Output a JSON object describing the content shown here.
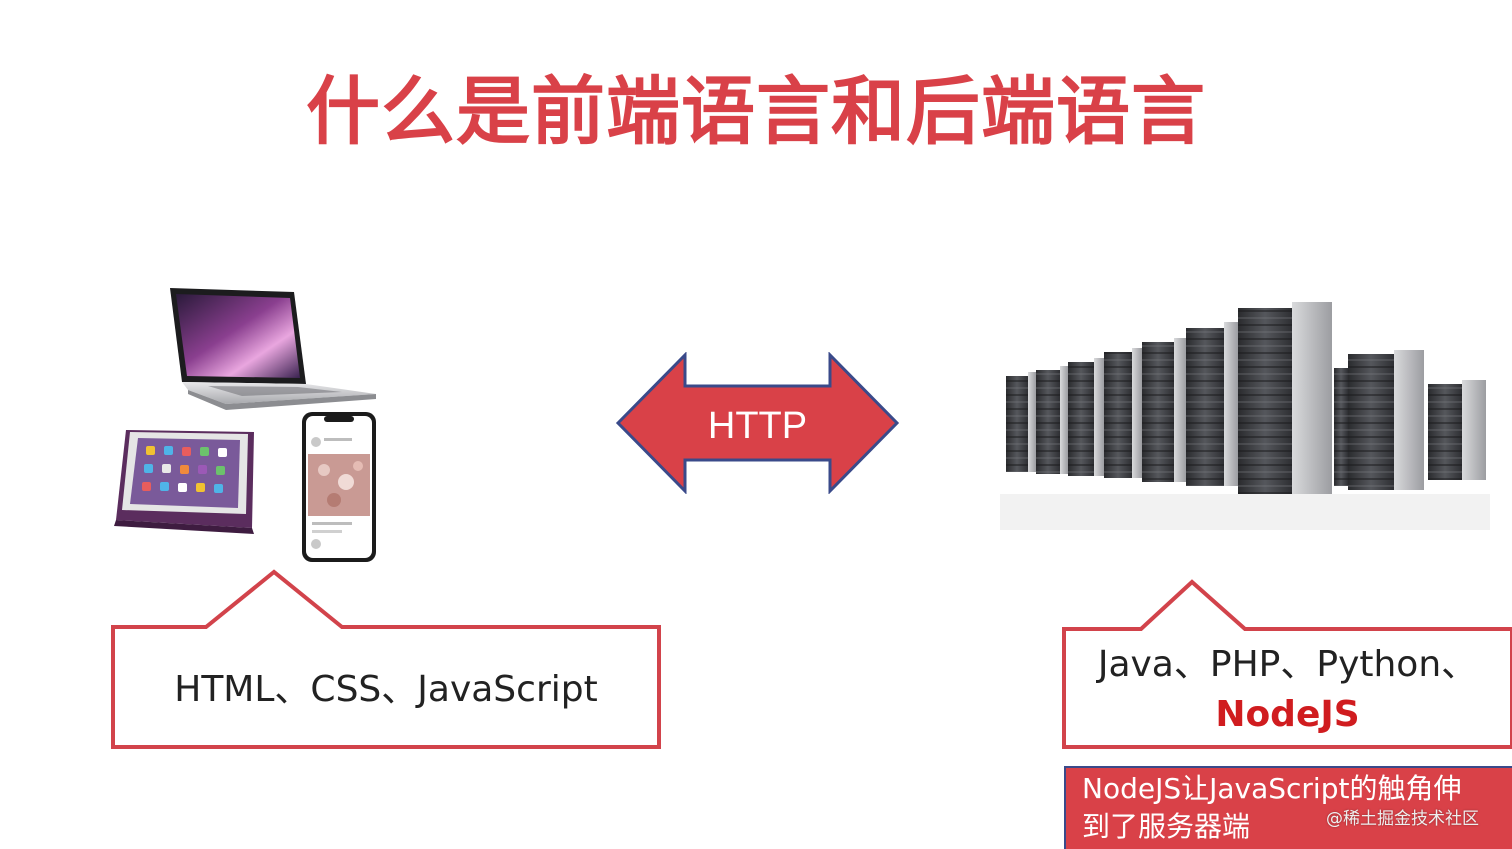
{
  "title": "什么是前端语言和后端语言",
  "protocol_label": "HTTP",
  "frontend": {
    "languages": "HTML、CSS、JavaScript"
  },
  "backend": {
    "languages": "Java、PHP、Python、",
    "highlight": "NodeJS"
  },
  "note": {
    "line1": "NodeJS让JavaScript的触角伸",
    "line2": "到了服务器端"
  },
  "watermark": "@稀土掘金技术社区",
  "colors": {
    "accent_red": "#d94148",
    "highlight_red": "#d01c1f",
    "arrow_outline": "#3a4a8a",
    "callout_border": "#d2434b"
  },
  "icons": [
    "laptop-icon",
    "tablet-icon",
    "smartphone-icon",
    "server-rack-icon",
    "double-arrow-icon"
  ]
}
